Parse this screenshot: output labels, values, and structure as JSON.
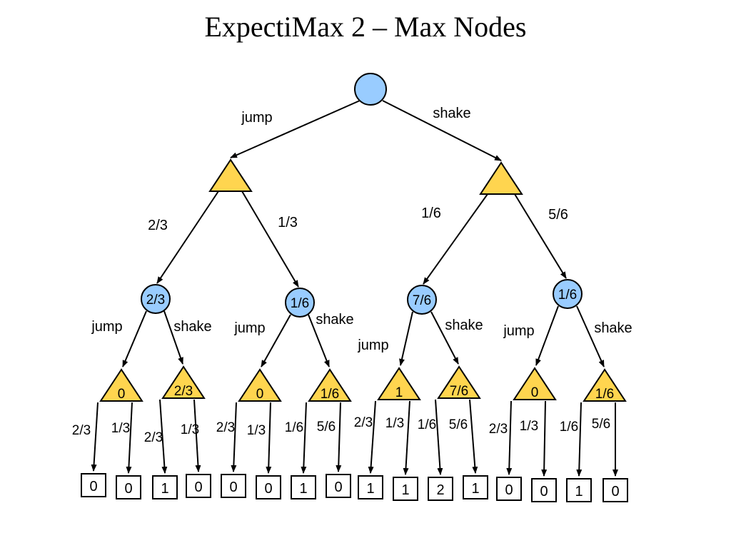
{
  "title": "ExpectiMax 2 – Max Nodes",
  "colors": {
    "circle_fill": "#99ccff",
    "triangle_fill": "#ffd54f",
    "stroke": "#000000",
    "value_text": "#ff0000",
    "label_text": "#000000"
  },
  "tree": {
    "root": {
      "value": ""
    },
    "root_edges": [
      "jump",
      "shake"
    ],
    "level1": [
      {
        "edge_probs": [
          "2/3",
          "1/3"
        ]
      },
      {
        "edge_probs": [
          "1/6",
          "5/6"
        ]
      }
    ],
    "level2": [
      {
        "value": "2/3",
        "edges": [
          "jump",
          "shake"
        ]
      },
      {
        "value": "1/6",
        "edges": [
          "jump",
          "shake"
        ]
      },
      {
        "value": "7/6",
        "edges": [
          "jump",
          "shake"
        ]
      },
      {
        "value": "1/6",
        "edges": [
          "jump",
          "shake"
        ]
      }
    ],
    "level3": [
      {
        "value": "0",
        "edge_probs": [
          "2/3",
          "1/3"
        ]
      },
      {
        "value": "2/3",
        "edge_probs": [
          "2/3",
          "1/3"
        ]
      },
      {
        "value": "0",
        "edge_probs": [
          "2/3",
          "1/3"
        ]
      },
      {
        "value": "1/6",
        "edge_probs": [
          "1/6",
          "5/6"
        ]
      },
      {
        "value": "1",
        "edge_probs": [
          "2/3",
          "1/3"
        ]
      },
      {
        "value": "7/6",
        "edge_probs": [
          "1/6",
          "5/6"
        ]
      },
      {
        "value": "0",
        "edge_probs": [
          "2/3",
          "1/3"
        ]
      },
      {
        "value": "1/6",
        "edge_probs": [
          "1/6",
          "5/6"
        ]
      }
    ],
    "leaves": [
      "0",
      "0",
      "1",
      "0",
      "0",
      "0",
      "1",
      "0",
      "1",
      "1",
      "2",
      "1",
      "0",
      "0",
      "1",
      "0"
    ]
  }
}
